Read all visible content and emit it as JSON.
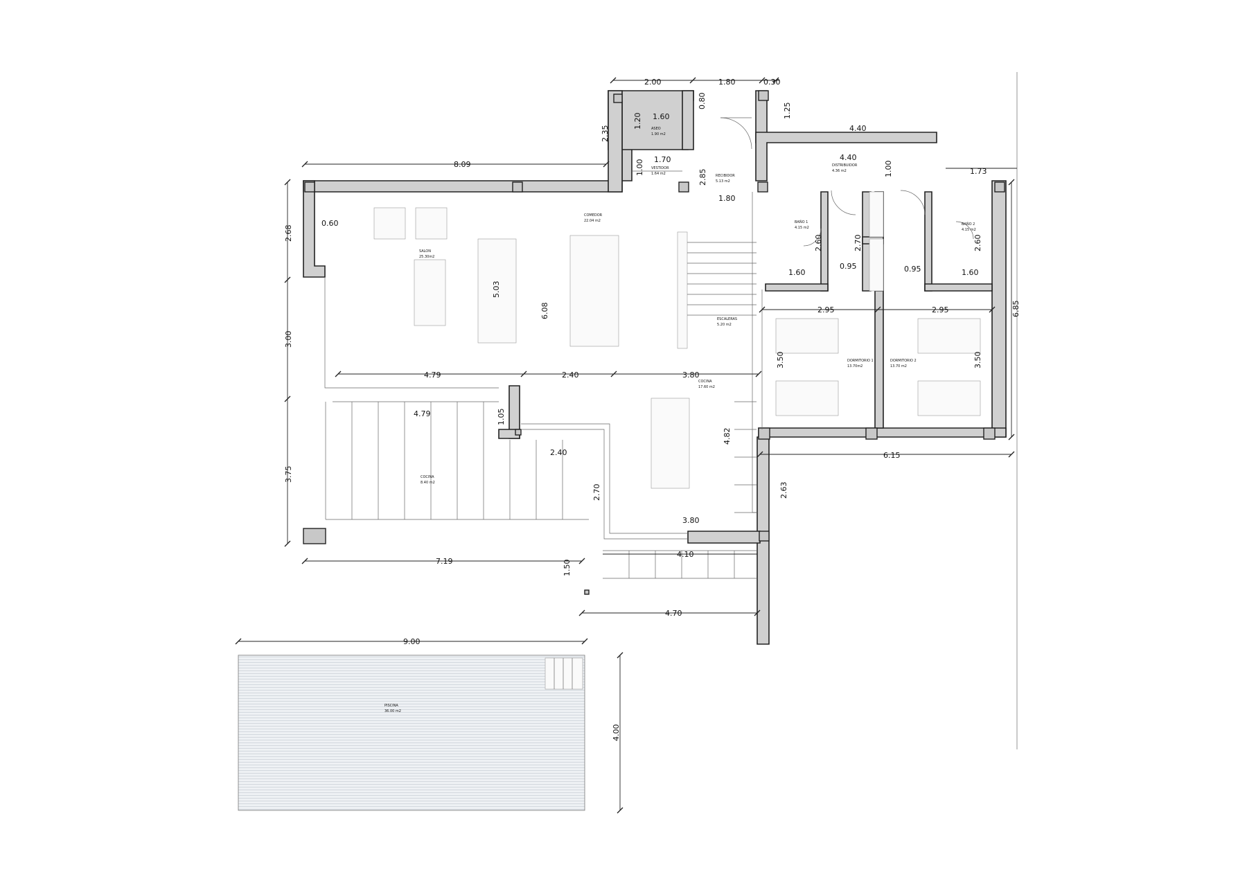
{
  "rooms": {
    "aseo": {
      "name": "ASEO",
      "area": "1.90 m2"
    },
    "vestidor": {
      "name": "VESTIDOR",
      "area": "1.64 m2"
    },
    "recibidor": {
      "name": "RECIBIDOR",
      "area": "5.13 m2"
    },
    "distribuidor": {
      "name": "DISTRIBUIDOR",
      "area": "4.36 m2"
    },
    "comedor": {
      "name": "COMEDOR",
      "area": "22.04 m2"
    },
    "salon": {
      "name": "SALON",
      "area": "25.30m2"
    },
    "escaleras": {
      "name": "ESCALERAS",
      "area": "5.20 m2"
    },
    "cocina_int": {
      "name": "COCINA",
      "area": "17.60 m2"
    },
    "cocina_ext": {
      "name": "COCINA",
      "area": "8.40 m2"
    },
    "bano1": {
      "name": "BAÑO 1",
      "area": "4.15 m2"
    },
    "bano2": {
      "name": "BAÑO 2",
      "area": "4.15 m2"
    },
    "dormitorio1": {
      "name": "DORMITORIO 1",
      "area": "13.70m2"
    },
    "dormitorio2": {
      "name": "DORMITORIO 2",
      "area": "13.70 m2"
    },
    "piscina": {
      "name": "PISCINA",
      "area": "36.00 m2"
    }
  },
  "dimensions": {
    "top_aseo_width": "2.00",
    "top_recibidor_width": "1.80",
    "top_wall": "0.30",
    "aseo_inner_w": "1.60",
    "aseo_inner_h": "1.20",
    "aseo_depth": "2.35",
    "door_080": "0.80",
    "vestidor_w": "1.70",
    "vestidor_h": "1.00",
    "recibidor_depth": "2.85",
    "recibidor_w": "1.80",
    "ext_125": "1.25",
    "dist_top": "4.40",
    "dist_inner": "4.40",
    "dist_depth": "1.00",
    "bano2_offset": "1.73",
    "salon_top": "8.09",
    "salon_side_top": "2.68",
    "salon_wall": "0.60",
    "salon_mid": "3.00",
    "salon_low": "3.75",
    "salon_h": "5.03",
    "comedor_h": "6.08",
    "row_479": "4.79",
    "row_240": "2.40",
    "row_380": "3.80",
    "terrace_479": "4.79",
    "terrace_105": "1.05",
    "terrace_240": "2.40",
    "terrace_270": "2.70",
    "kitchen_380": "3.80",
    "kitchen_482": "4.82",
    "terrace_410": "4.10",
    "terrace_719": "7.19",
    "terrace_150": "1.50",
    "terrace_470": "4.70",
    "right_263": "2.63",
    "bath1_260": "2.60",
    "bath1_160": "1.60",
    "bath_095a": "0.95",
    "closet_270": "2.70",
    "bath_095b": "0.95",
    "bath2_160": "1.60",
    "bath2_260": "2.60",
    "bed1_w": "2.95",
    "bed2_w": "2.95",
    "bed1_h": "3.50",
    "bed2_h": "3.50",
    "right_685": "6.85",
    "right_615": "6.15",
    "pool_w": "9.00",
    "pool_h": "4.00"
  }
}
